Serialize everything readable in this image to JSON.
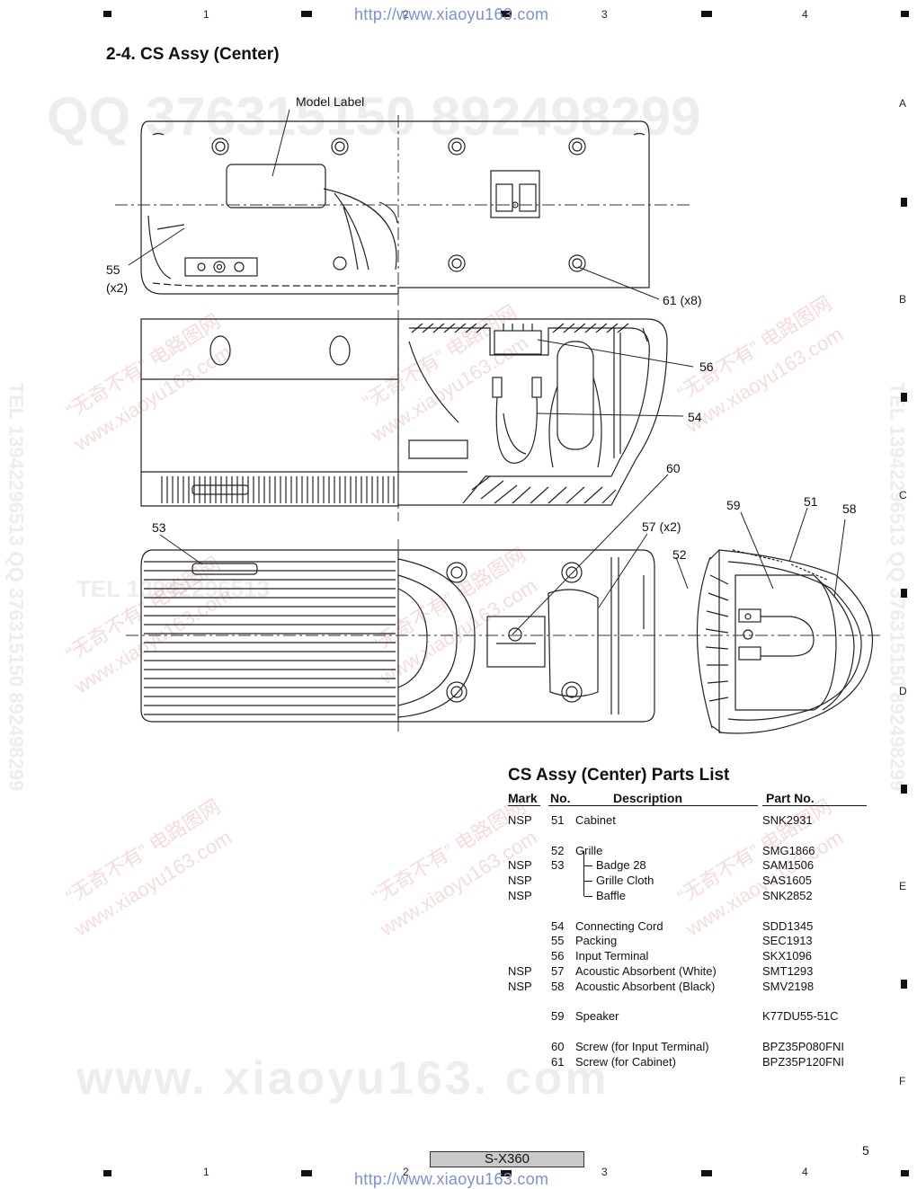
{
  "header": {
    "url": "http://www.xiaoyu163.com",
    "grid_numbers": [
      "1",
      "2",
      "3",
      "4"
    ],
    "row_letters": [
      "A",
      "B",
      "C",
      "D",
      "E",
      "F"
    ]
  },
  "section_title": "2-4. CS Assy (Center)",
  "diagram": {
    "callouts": {
      "model_label": "Model Label",
      "c55": "55",
      "c55_qty": "(x2)",
      "c61": "61 (x8)",
      "c56": "56",
      "c54": "54",
      "c60": "60",
      "c59": "59",
      "c51": "51",
      "c58": "58",
      "c53": "53",
      "c57": "57 (x2)",
      "c52": "52"
    }
  },
  "watermarks": {
    "qq": "QQ 376315150   892498299",
    "tel_vertical": "TEL 13942296513   QQ 376315150   892498299",
    "tel_horizontal": "TEL 13942296513",
    "site_cn": "“无奇不有” 电路图网",
    "site": "www.xiaoyu163.com",
    "bottom": "www. xiaoyu163. com"
  },
  "parts_list": {
    "title": "CS Assy (Center) Parts List",
    "headers": {
      "mark": "Mark",
      "no": "No.",
      "description": "Description",
      "part_no": "Part No."
    },
    "rows": [
      {
        "mark": "NSP",
        "no": "51",
        "desc": "Cabinet",
        "part": "SNK2931",
        "indent": false,
        "tree": "",
        "gap": false
      },
      {
        "mark": "",
        "no": "52",
        "desc": "Grille",
        "part": "SMG1866",
        "indent": false,
        "tree": "",
        "gap": true
      },
      {
        "mark": "NSP",
        "no": "53",
        "desc": "Badge 28",
        "part": "SAM1506",
        "indent": true,
        "tree": "mid",
        "gap": false
      },
      {
        "mark": "NSP",
        "no": "",
        "desc": "Grille Cloth",
        "part": "SAS1605",
        "indent": true,
        "tree": "mid",
        "gap": false
      },
      {
        "mark": "NSP",
        "no": "",
        "desc": "Baffle",
        "part": "SNK2852",
        "indent": true,
        "tree": "end",
        "gap": false
      },
      {
        "mark": "",
        "no": "54",
        "desc": "Connecting Cord",
        "part": "SDD1345",
        "indent": false,
        "tree": "",
        "gap": true
      },
      {
        "mark": "",
        "no": "55",
        "desc": "Packing",
        "part": "SEC1913",
        "indent": false,
        "tree": "",
        "gap": false
      },
      {
        "mark": "",
        "no": "56",
        "desc": "Input Terminal",
        "part": "SKX1096",
        "indent": false,
        "tree": "",
        "gap": false
      },
      {
        "mark": "NSP",
        "no": "57",
        "desc": "Acoustic Absorbent (White)",
        "part": "SMT1293",
        "indent": false,
        "tree": "",
        "gap": false
      },
      {
        "mark": "NSP",
        "no": "58",
        "desc": "Acoustic Absorbent (Black)",
        "part": "SMV2198",
        "indent": false,
        "tree": "",
        "gap": false
      },
      {
        "mark": "",
        "no": "59",
        "desc": "Speaker",
        "part": "K77DU55-51C",
        "indent": false,
        "tree": "",
        "gap": true
      },
      {
        "mark": "",
        "no": "60",
        "desc": "Screw (for Input Terminal)",
        "part": "BPZ35P080FNI",
        "indent": false,
        "tree": "",
        "gap": true
      },
      {
        "mark": "",
        "no": "61",
        "desc": "Screw (for Cabinet)",
        "part": "BPZ35P120FNI",
        "indent": false,
        "tree": "",
        "gap": false
      }
    ]
  },
  "footer": {
    "model": "S-X360",
    "page_number": "5"
  }
}
